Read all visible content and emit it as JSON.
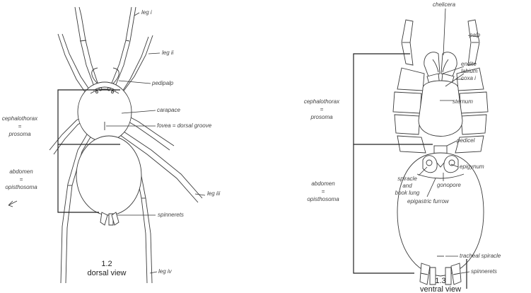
{
  "dorsal": {
    "figure_number": "1.2",
    "view": "dorsal view",
    "labels": {
      "leg_i": "leg i",
      "leg_ii": "leg ii",
      "pedipalp": "pedipalp",
      "carapace": "carapace",
      "fovea": "fovea = dorsal groove",
      "leg_iii": "leg iii",
      "spinnerets": "spinnerets",
      "leg_iv": "leg iv",
      "cephalothorax_line1": "cephalothorax",
      "cephalothorax_eq": "=",
      "cephalothorax_line2": "prosoma",
      "abdomen_line1": "abdomen",
      "abdomen_eq": "=",
      "abdomen_line2": "opisthosoma"
    }
  },
  "ventral": {
    "figure_number": "1.3",
    "view": "ventral view",
    "labels": {
      "chelicera": "chelicera",
      "palp": "palp",
      "endite": "endite",
      "labium": "labium",
      "coxa": "coxa i",
      "sternum": "sternum",
      "pedicel": "pedicel",
      "epigynum": "epigynum",
      "spiracle_line1": "spiracle",
      "spiracle_line2": "and",
      "spiracle_line3": "book lung",
      "gonopore": "gonopore",
      "epigastric_furrow": "epigastric furrow",
      "tracheal_spiracle": "tracheal spiracle",
      "spinnerets": "spinnerets",
      "cephalothorax_line1": "cephalothorax",
      "cephalothorax_eq": "=",
      "cephalothorax_line2": "prosoma",
      "abdomen_line1": "abdomen",
      "abdomen_eq": "=",
      "abdomen_line2": "opisthosoma"
    }
  },
  "colors": {
    "ink": "#3a3a3a",
    "paper": "#ffffff"
  }
}
